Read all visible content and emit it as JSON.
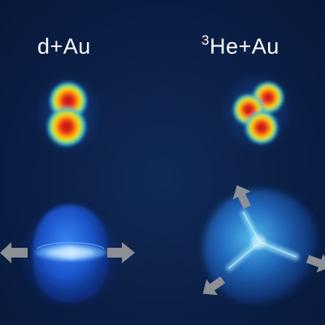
{
  "panels": {
    "left": {
      "label": "d+Au"
    },
    "right": {
      "label_superscript": "3",
      "label_base": "He+Au"
    }
  },
  "colors": {
    "background": "#0b1e44",
    "heat_core": "#c81414",
    "heat_mid": "#ffd800",
    "heat_edge": "#2aa6ff",
    "arrow": "#8c8f94",
    "fireball": "#2f86ff"
  }
}
